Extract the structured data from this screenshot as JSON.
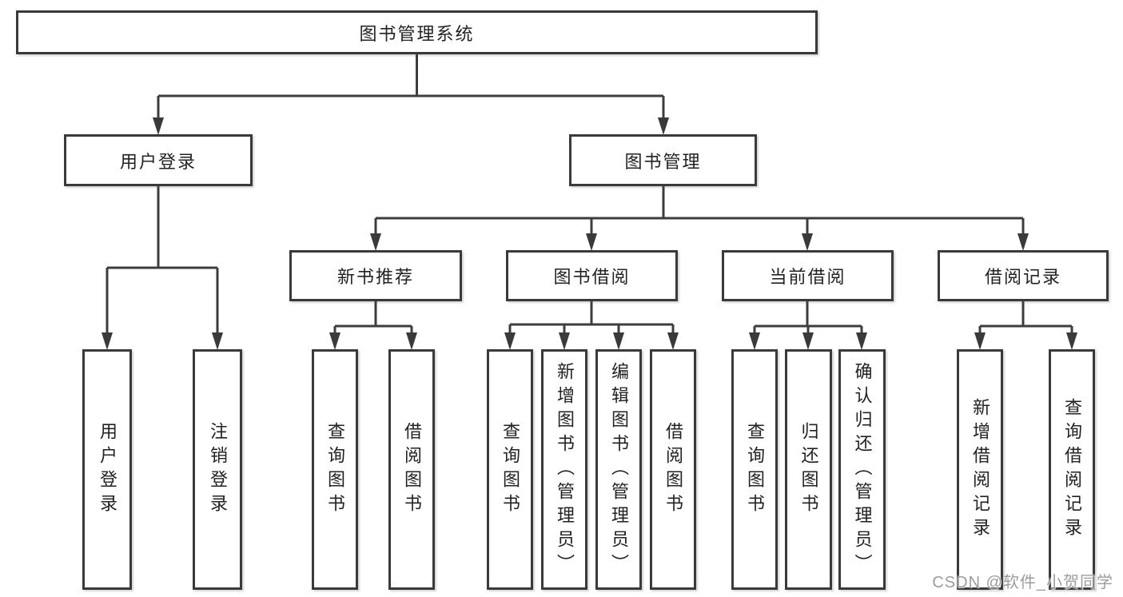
{
  "tree": {
    "root": {
      "label": "图书管理系统"
    },
    "branches": [
      {
        "label": "用户登录",
        "children": [
          {
            "label": "用户登录"
          },
          {
            "label": "注销登录"
          }
        ]
      },
      {
        "label": "图书管理",
        "children": [
          {
            "label": "新书推荐",
            "children": [
              {
                "label": "查询图书"
              },
              {
                "label": "借阅图书"
              }
            ]
          },
          {
            "label": "图书借阅",
            "children": [
              {
                "label": "查询图书"
              },
              {
                "label": "新增图书（管理员）"
              },
              {
                "label": "编辑图书（管理员）"
              },
              {
                "label": "借阅图书"
              }
            ]
          },
          {
            "label": "当前借阅",
            "children": [
              {
                "label": "查询图书"
              },
              {
                "label": "归还图书"
              },
              {
                "label": "确认归还（管理员）"
              }
            ]
          },
          {
            "label": "借阅记录",
            "children": [
              {
                "label": "新增借阅记录"
              },
              {
                "label": "查询借阅记录"
              }
            ]
          }
        ]
      }
    ]
  },
  "watermark": "CSDN @软件_小贺同学",
  "colors": {
    "line": "#3d3d3d",
    "box_border": "#3a3a3a",
    "text": "#222222",
    "watermark": "#949494",
    "background": "#ffffff"
  }
}
